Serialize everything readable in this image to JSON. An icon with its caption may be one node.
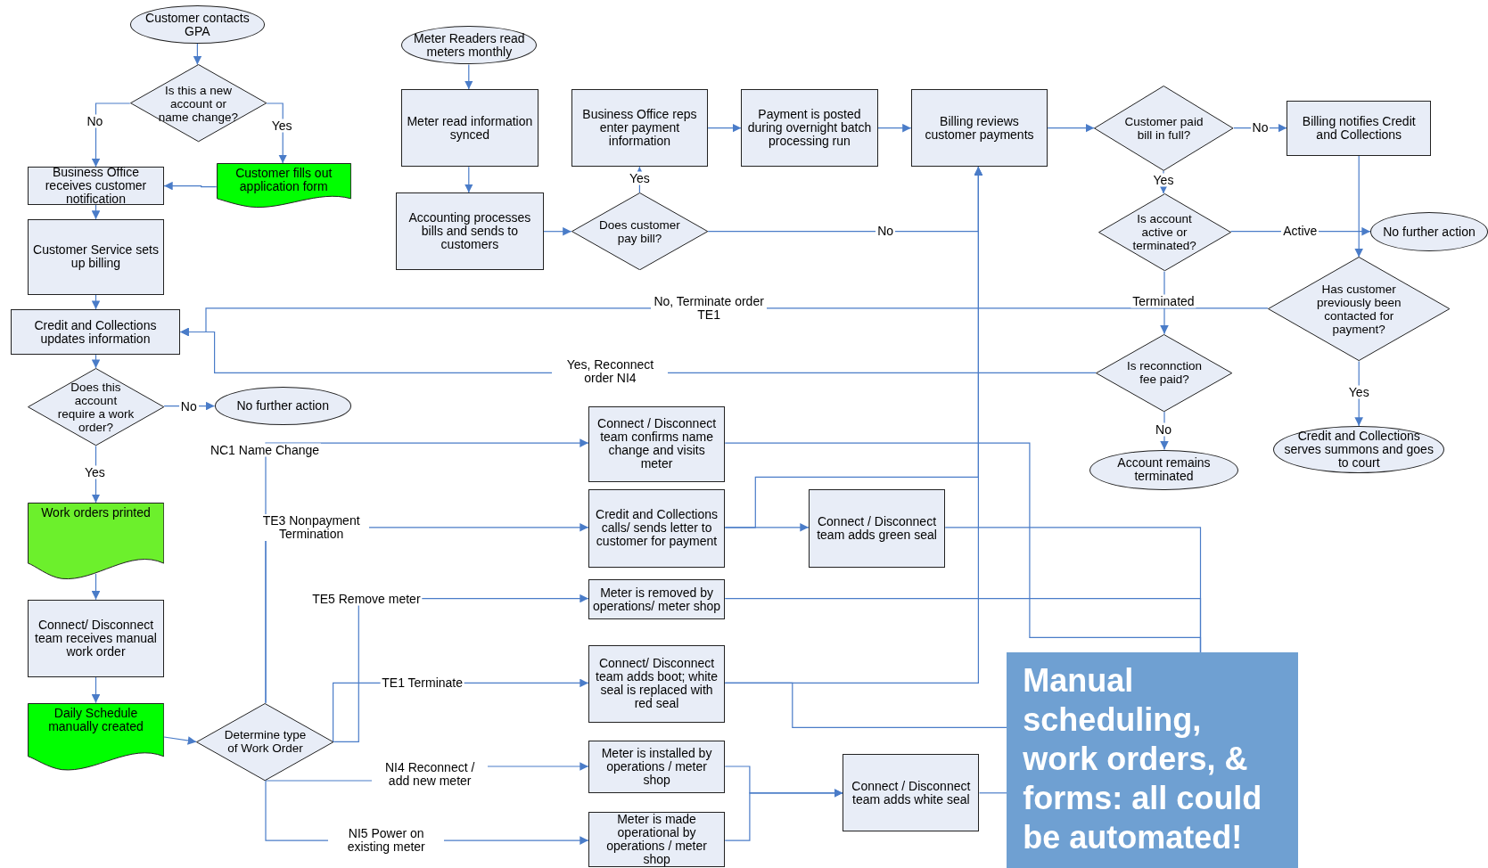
{
  "diagram": {
    "nodes": [
      {
        "text": [
          "Customer contacts GPA"
        ]
      },
      {
        "text": [
          "Is this a new account or name change?"
        ]
      },
      {
        "text": [
          "Business Office receives customer notification"
        ]
      },
      {
        "text": [
          "Customer fills out application form"
        ]
      },
      {
        "text": [
          "Customer Service sets up billing"
        ]
      },
      {
        "text": [
          "Credit and Collections updates information"
        ]
      },
      {
        "text": [
          "Does this account require a work order?"
        ]
      },
      {
        "text": [
          "No further action"
        ]
      },
      {
        "text": [
          "Work orders printed"
        ]
      },
      {
        "text": [
          "Connect/ Disconnect team receives manual work order"
        ]
      },
      {
        "text": [
          "Daily Schedule manually created"
        ]
      },
      {
        "text": [
          "Determine type of Work Order"
        ]
      },
      {
        "text": [
          "Meter Readers read meters monthly"
        ]
      },
      {
        "text": [
          "Meter read information synced"
        ]
      },
      {
        "text": [
          "Accounting processes bills and sends to customers"
        ]
      },
      {
        "text": [
          "Business Office reps enter payment information"
        ]
      },
      {
        "text": [
          "Does customer pay bill?"
        ]
      },
      {
        "text": [
          "Payment is posted during overnight batch processing run"
        ]
      },
      {
        "text": [
          "Billing reviews customer payments"
        ]
      },
      {
        "text": [
          "Customer paid bill in full?"
        ]
      },
      {
        "text": [
          "Billing notifies Credit and Collections"
        ]
      },
      {
        "text": [
          "Is account active or terminated?"
        ]
      },
      {
        "text": [
          "No further action"
        ]
      },
      {
        "text": [
          "Has customer previously been contacted for payment?"
        ]
      },
      {
        "text": [
          "Is reconnction fee paid?"
        ]
      },
      {
        "text": [
          "Account remains terminated"
        ]
      },
      {
        "text": [
          "Credit and Collections serves summons and goes to court"
        ]
      },
      {
        "text": [
          "Connect / Disconnect team confirms name change and visits meter"
        ]
      },
      {
        "text": [
          "Credit and Collections calls/ sends letter to customer for payment"
        ]
      },
      {
        "text": [
          "Connect / Disconnect team adds green seal"
        ]
      },
      {
        "text": [
          "Meter is removed by operations/ meter shop"
        ]
      },
      {
        "text": [
          "Connect/ Disconnect team adds boot; white seal is replaced with red seal"
        ]
      },
      {
        "text": [
          "Meter is installed by operations / meter shop"
        ]
      },
      {
        "text": [
          "Meter is made operational by operations / meter shop"
        ]
      },
      {
        "text": [
          "Connect / Disconnect team adds white seal"
        ]
      },
      {
        "text": [
          "Manual scheduling, work orders, & forms: all could be automated!"
        ]
      }
    ],
    "edges": [
      {
        "from": 0,
        "to": 1,
        "arrow": "to"
      },
      {
        "from": 1,
        "to": 2,
        "arrow": "to",
        "label": "No"
      },
      {
        "from": 1,
        "to": 3,
        "arrow": "to",
        "label": "Yes"
      },
      {
        "from": 3,
        "to": 2,
        "arrow": "to"
      },
      {
        "from": 2,
        "to": 4,
        "arrow": "to"
      },
      {
        "from": 4,
        "to": 5,
        "arrow": "to"
      },
      {
        "from": 5,
        "to": 6,
        "arrow": "to"
      },
      {
        "from": 6,
        "to": 7,
        "arrow": "to",
        "label": "No"
      },
      {
        "from": 6,
        "to": 8,
        "arrow": "to",
        "label": "Yes"
      },
      {
        "from": 8,
        "to": 9,
        "arrow": "to"
      },
      {
        "from": 9,
        "to": 10,
        "arrow": "to"
      },
      {
        "from": 10,
        "to": 11,
        "arrow": "to"
      },
      {
        "from": 12,
        "to": 13,
        "arrow": "to"
      },
      {
        "from": 13,
        "to": 14,
        "arrow": "to"
      },
      {
        "from": 14,
        "to": 16,
        "arrow": "to"
      },
      {
        "from": 16,
        "to": 15,
        "arrow": "to",
        "label": "Yes"
      },
      {
        "from": 15,
        "to": 17,
        "arrow": "to"
      },
      {
        "from": 17,
        "to": 18,
        "arrow": "to"
      },
      {
        "from": 18,
        "to": 19,
        "arrow": "to"
      },
      {
        "from": 19,
        "to": 20,
        "arrow": "to",
        "label": "No"
      },
      {
        "from": 19,
        "to": 21,
        "arrow": "to",
        "label": "Yes"
      },
      {
        "from": 21,
        "to": 22,
        "arrow": "to",
        "label": "Active"
      },
      {
        "from": 20,
        "to": 23,
        "arrow": "to"
      },
      {
        "from": 21,
        "to": 24,
        "arrow": "to",
        "label": "Terminated"
      },
      {
        "from": 23,
        "to": 5,
        "arrow": "to",
        "label": "No, Terminate order TE1"
      },
      {
        "from": 24,
        "to": 5,
        "arrow": "to",
        "label": "Yes, Reconnect order NI4"
      },
      {
        "from": 24,
        "to": 25,
        "arrow": "to",
        "label": "No"
      },
      {
        "from": 23,
        "to": 26,
        "arrow": "to",
        "label": "Yes"
      },
      {
        "from": 16,
        "to": 18,
        "arrow": "to",
        "label": "No"
      },
      {
        "from": 11,
        "to": 27,
        "arrow": "to",
        "label": "NC1 Name Change"
      },
      {
        "from": 11,
        "to": 28,
        "arrow": "to",
        "label": "TE3 Nonpayment Termination"
      },
      {
        "from": 11,
        "to": 30,
        "arrow": "to",
        "label": "TE5 Remove meter"
      },
      {
        "from": 11,
        "to": 31,
        "arrow": "to",
        "label": "TE1 Terminate"
      },
      {
        "from": 11,
        "to": 32,
        "arrow": "to",
        "label": "NI4 Reconnect / add new meter"
      },
      {
        "from": 11,
        "to": 33,
        "arrow": "to",
        "label": "NI5 Power on existing meter"
      },
      {
        "from": 28,
        "to": 29,
        "arrow": "to"
      },
      {
        "from": 28,
        "to": 18,
        "arrow": "to"
      },
      {
        "from": 31,
        "to": 18,
        "arrow": "to"
      },
      {
        "from": 32,
        "to": 34,
        "arrow": "to"
      },
      {
        "from": 33,
        "to": 34,
        "arrow": "to"
      },
      {
        "from": 27,
        "to": 35,
        "arrow": "none"
      },
      {
        "from": 29,
        "to": 35,
        "arrow": "none"
      },
      {
        "from": 30,
        "to": 35,
        "arrow": "none"
      },
      {
        "from": 31,
        "to": 35,
        "arrow": "none"
      },
      {
        "from": 34,
        "to": 35,
        "arrow": "none"
      }
    ]
  }
}
